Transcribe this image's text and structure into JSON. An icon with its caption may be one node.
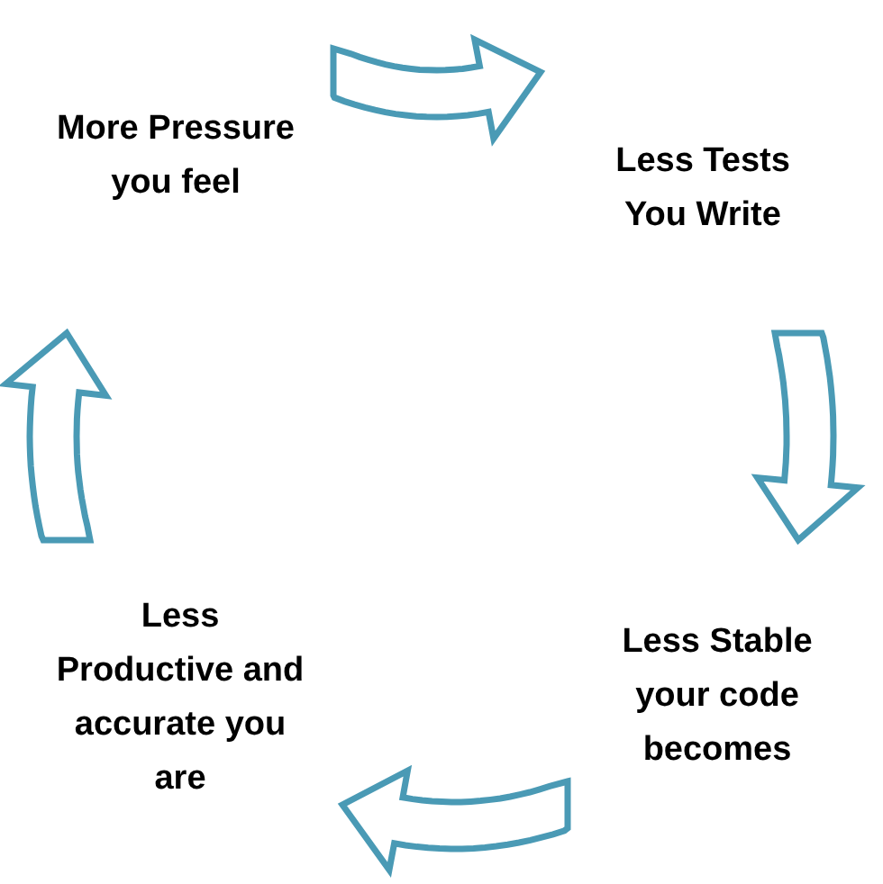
{
  "diagram": {
    "nodes": [
      {
        "text": [
          "More Pressure you feel"
        ]
      },
      {
        "text": [
          "Less Tests You Write"
        ]
      },
      {
        "text": [
          "Less Stable your code becomes"
        ]
      },
      {
        "text": [
          "Less Productive and accurate you are"
        ]
      }
    ],
    "edges": [
      {
        "from": 0,
        "to": 1,
        "arrow": "to"
      },
      {
        "from": 1,
        "to": 2,
        "arrow": "to"
      },
      {
        "from": 2,
        "to": 3,
        "arrow": "to"
      },
      {
        "from": 3,
        "to": 0,
        "arrow": "to"
      }
    ]
  }
}
